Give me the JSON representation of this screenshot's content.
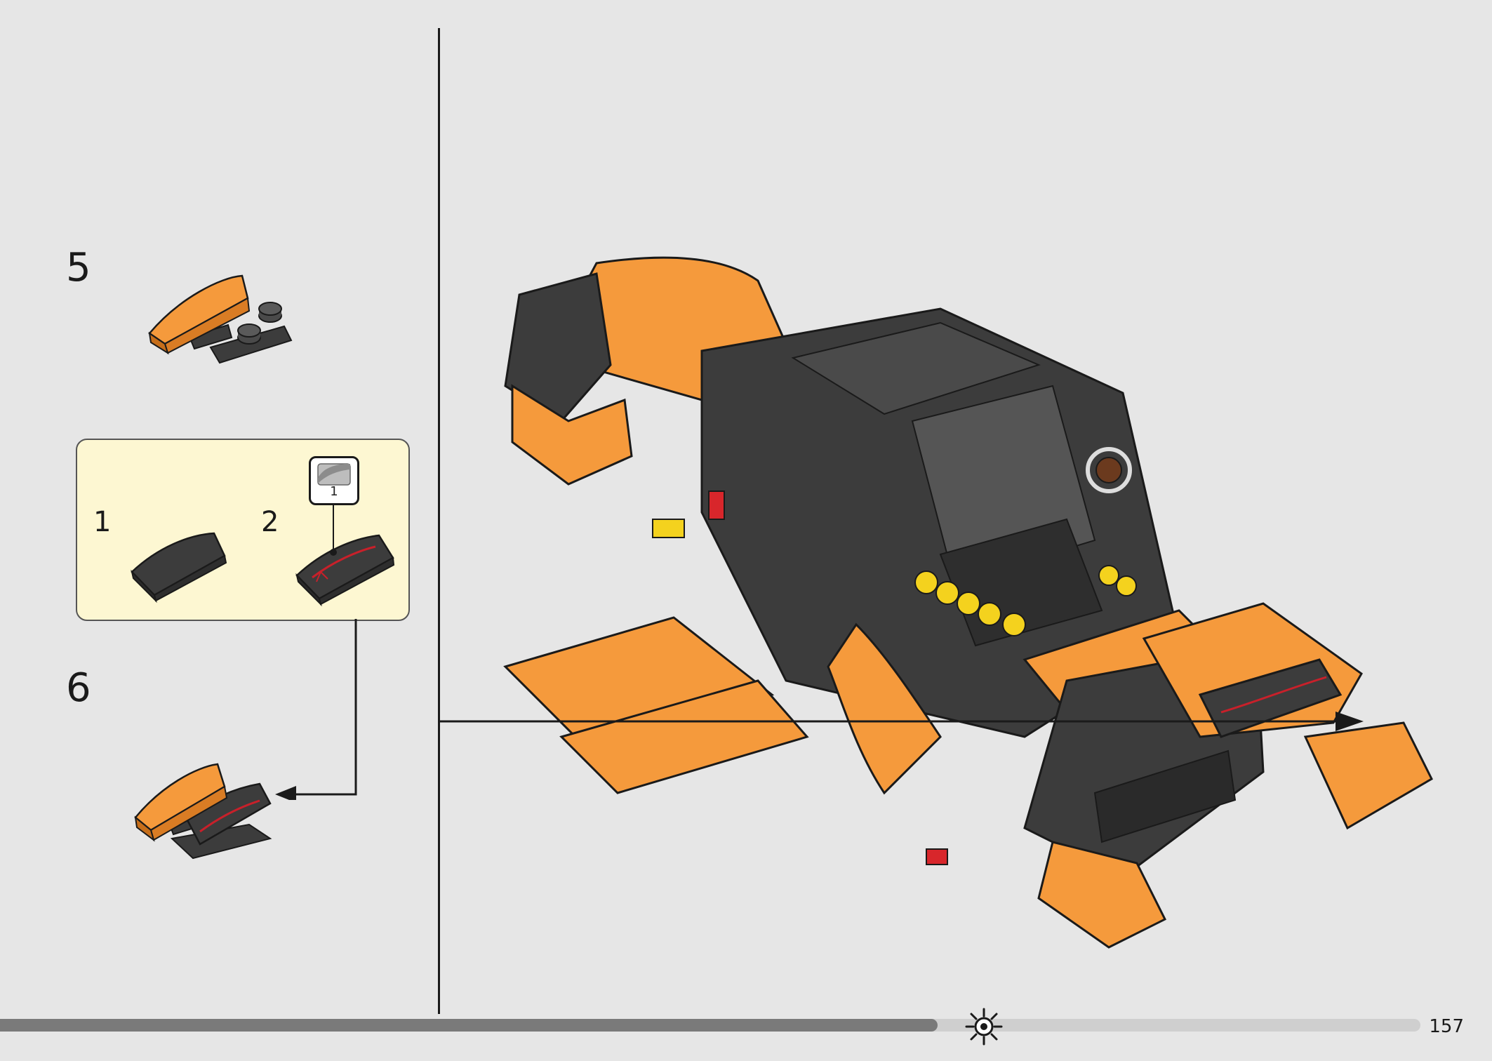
{
  "steps": [
    {
      "number": "5"
    },
    {
      "number": "6"
    }
  ],
  "subassembly": {
    "items": [
      {
        "number": "1"
      },
      {
        "number": "2"
      }
    ],
    "sticker_count": "1"
  },
  "colors": {
    "orange": "#f59a3c",
    "dark_gray": "#3c3c3c",
    "callout_bg": "#fdf7d2",
    "sticker_accent": "#c8202a"
  },
  "footer": {
    "page_number": "157",
    "progress": 0.66
  }
}
